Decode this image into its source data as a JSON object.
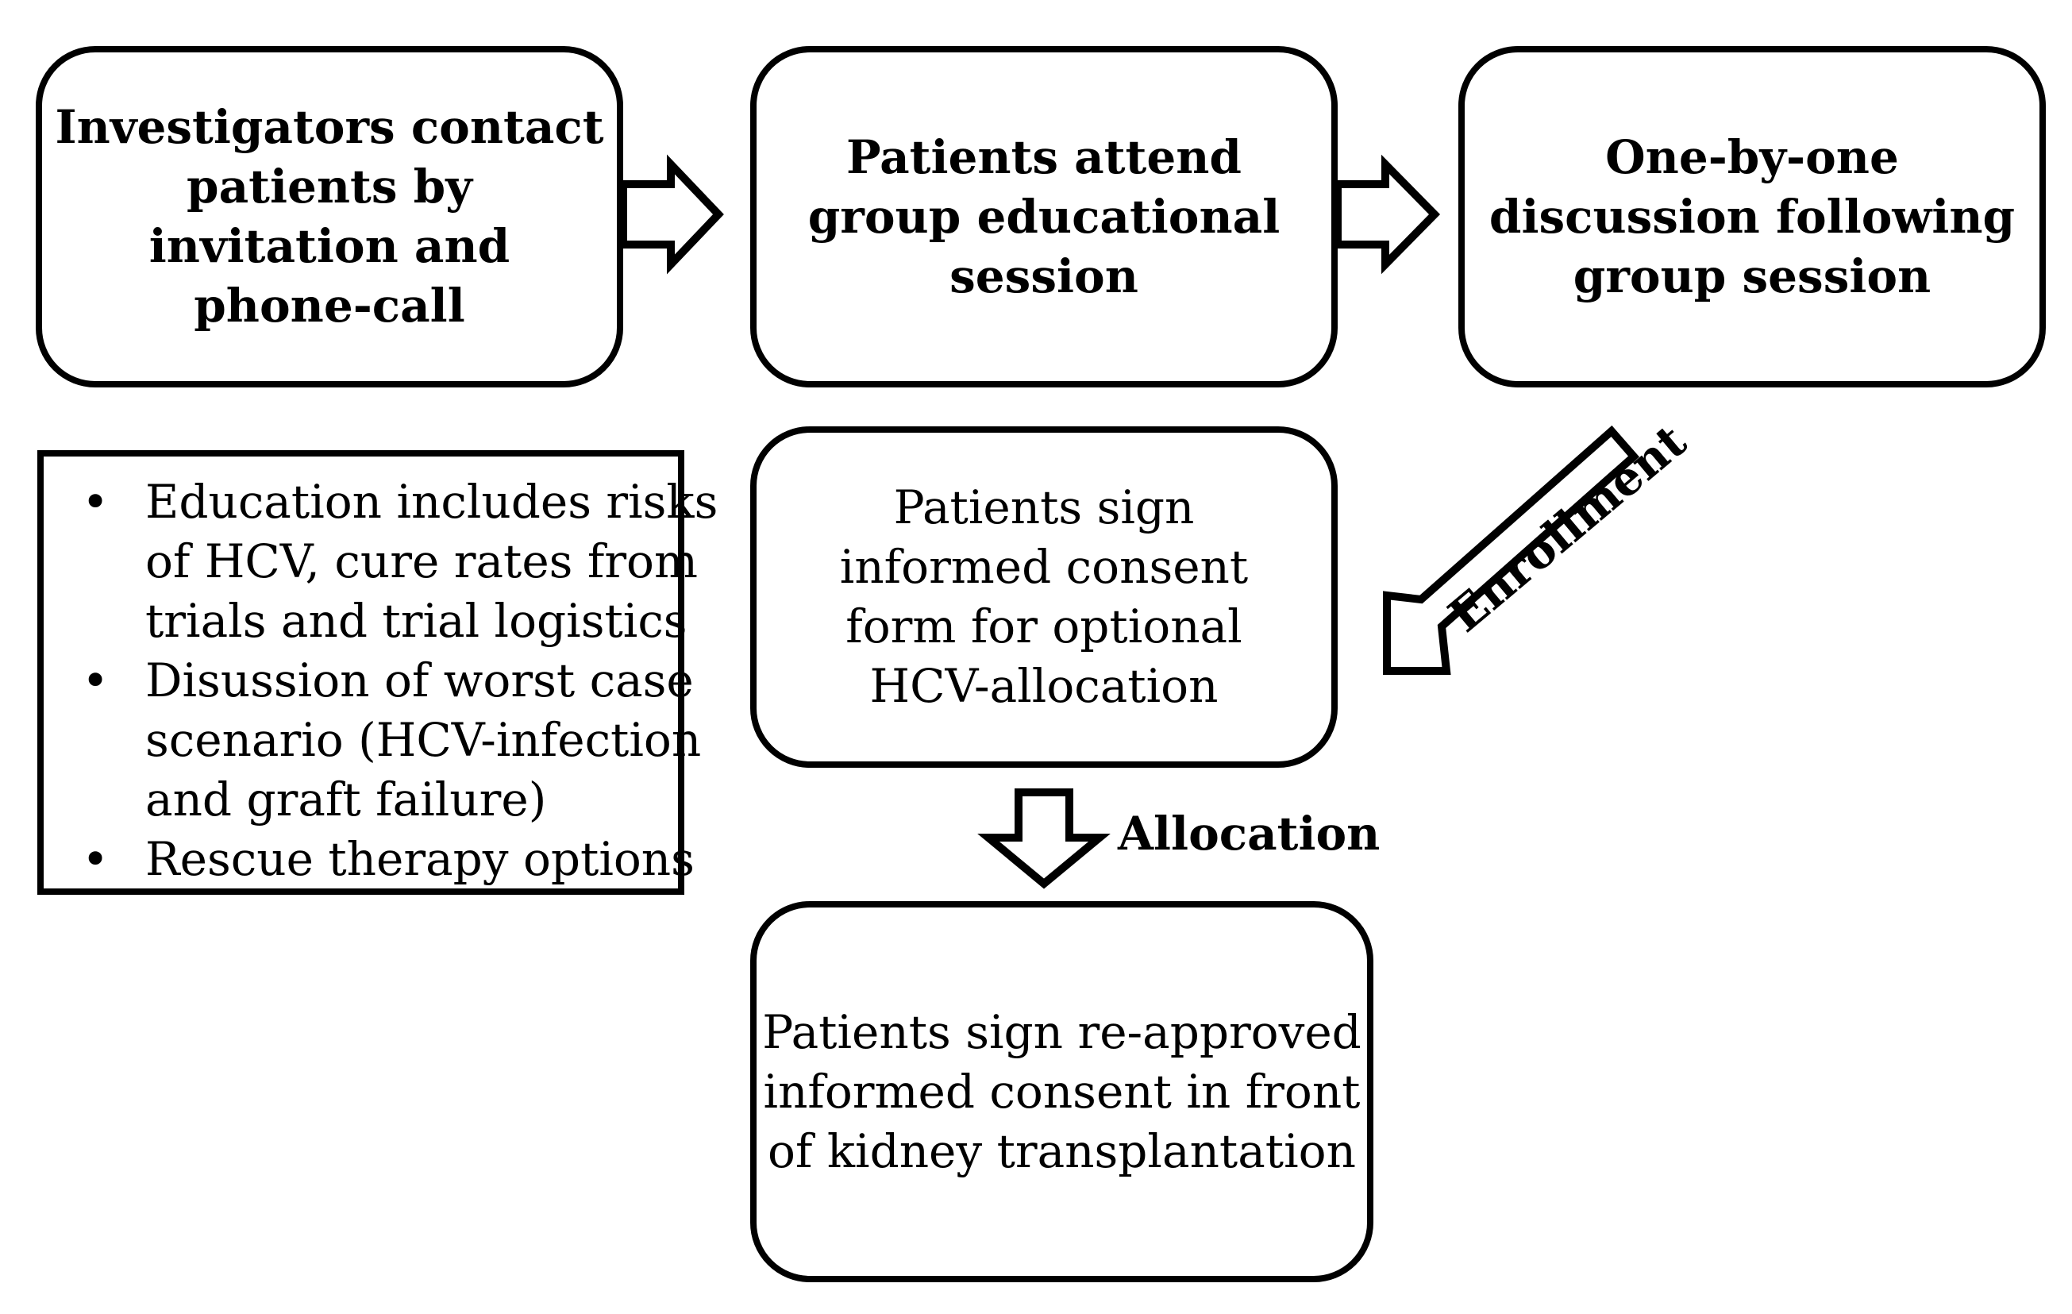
{
  "boxes": {
    "contact": {
      "lines": [
        "Investigators contact",
        "patients by",
        "invitation and",
        "phone-call"
      ]
    },
    "attend": {
      "lines": [
        "Patients attend",
        "group educational",
        "session"
      ]
    },
    "discussion": {
      "lines": [
        "One-by-one",
        "discussion following",
        "group session"
      ]
    },
    "consent": {
      "lines": [
        "Patients sign",
        "informed consent",
        "form for optional",
        "HCV-allocation"
      ]
    },
    "reapproved": {
      "lines": [
        "Patients sign re-approved",
        "informed consent in front",
        "of kidney transplantation"
      ]
    }
  },
  "notes": {
    "bullet_symbol": "•",
    "items": [
      {
        "lines": [
          "Education includes risks",
          "of HCV, cure rates from",
          "trials and trial logistics"
        ]
      },
      {
        "lines": [
          "Disussion of worst case",
          "scenario (HCV-infection",
          "and graft failure)"
        ]
      },
      {
        "lines": [
          "Rescue therapy options"
        ]
      }
    ]
  },
  "labels": {
    "enrollment": "Enrollment",
    "allocation": "Allocation"
  }
}
